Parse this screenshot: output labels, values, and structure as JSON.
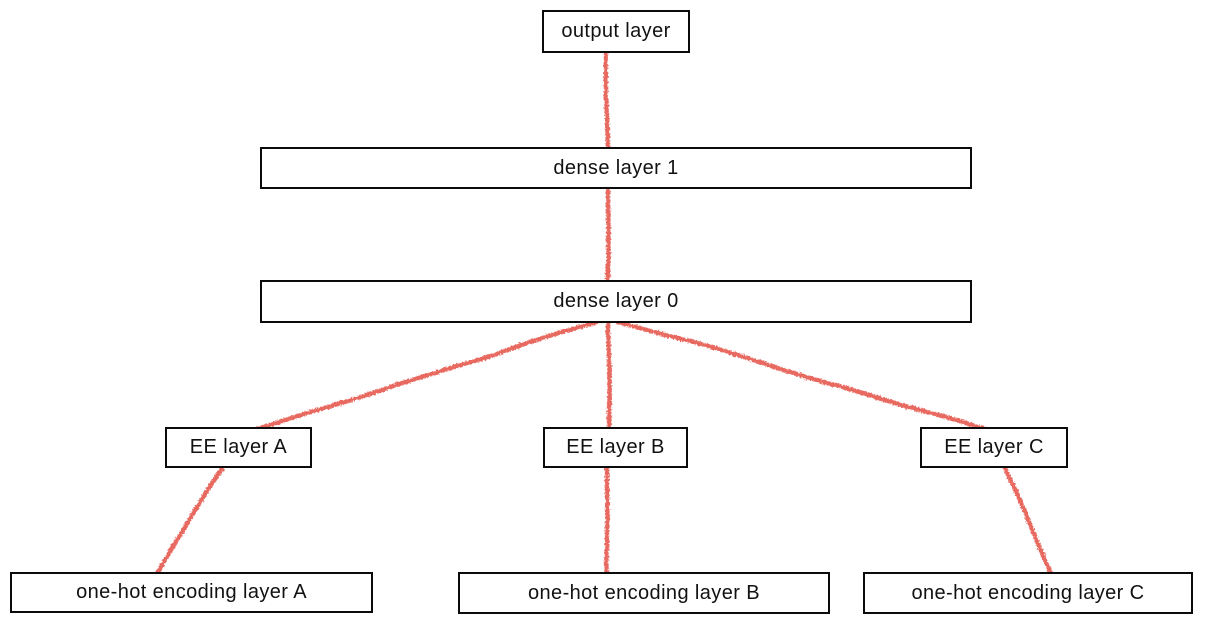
{
  "diagram": {
    "nodes": {
      "output": {
        "label": "output layer"
      },
      "dense1": {
        "label": "dense layer 1"
      },
      "dense0": {
        "label": "dense layer 0"
      },
      "eeA": {
        "label": "EE layer A"
      },
      "eeB": {
        "label": "EE layer B"
      },
      "eeC": {
        "label": "EE layer C"
      },
      "onehotA": {
        "label": "one-hot encoding layer A"
      },
      "onehotB": {
        "label": "one-hot encoding layer B"
      },
      "onehotC": {
        "label": "one-hot encoding layer C"
      }
    },
    "edges": [
      {
        "from": "onehotA",
        "to": "eeA"
      },
      {
        "from": "onehotB",
        "to": "eeB"
      },
      {
        "from": "onehotC",
        "to": "eeC"
      },
      {
        "from": "eeA",
        "to": "dense0"
      },
      {
        "from": "eeB",
        "to": "dense0"
      },
      {
        "from": "eeC",
        "to": "dense0"
      },
      {
        "from": "dense0",
        "to": "dense1"
      },
      {
        "from": "dense1",
        "to": "output"
      }
    ],
    "colors": {
      "edge": "#e8695f",
      "box_border": "#0b0b0b",
      "box_fill": "#ffffff",
      "text": "#111111",
      "background": "#ffffff"
    }
  }
}
